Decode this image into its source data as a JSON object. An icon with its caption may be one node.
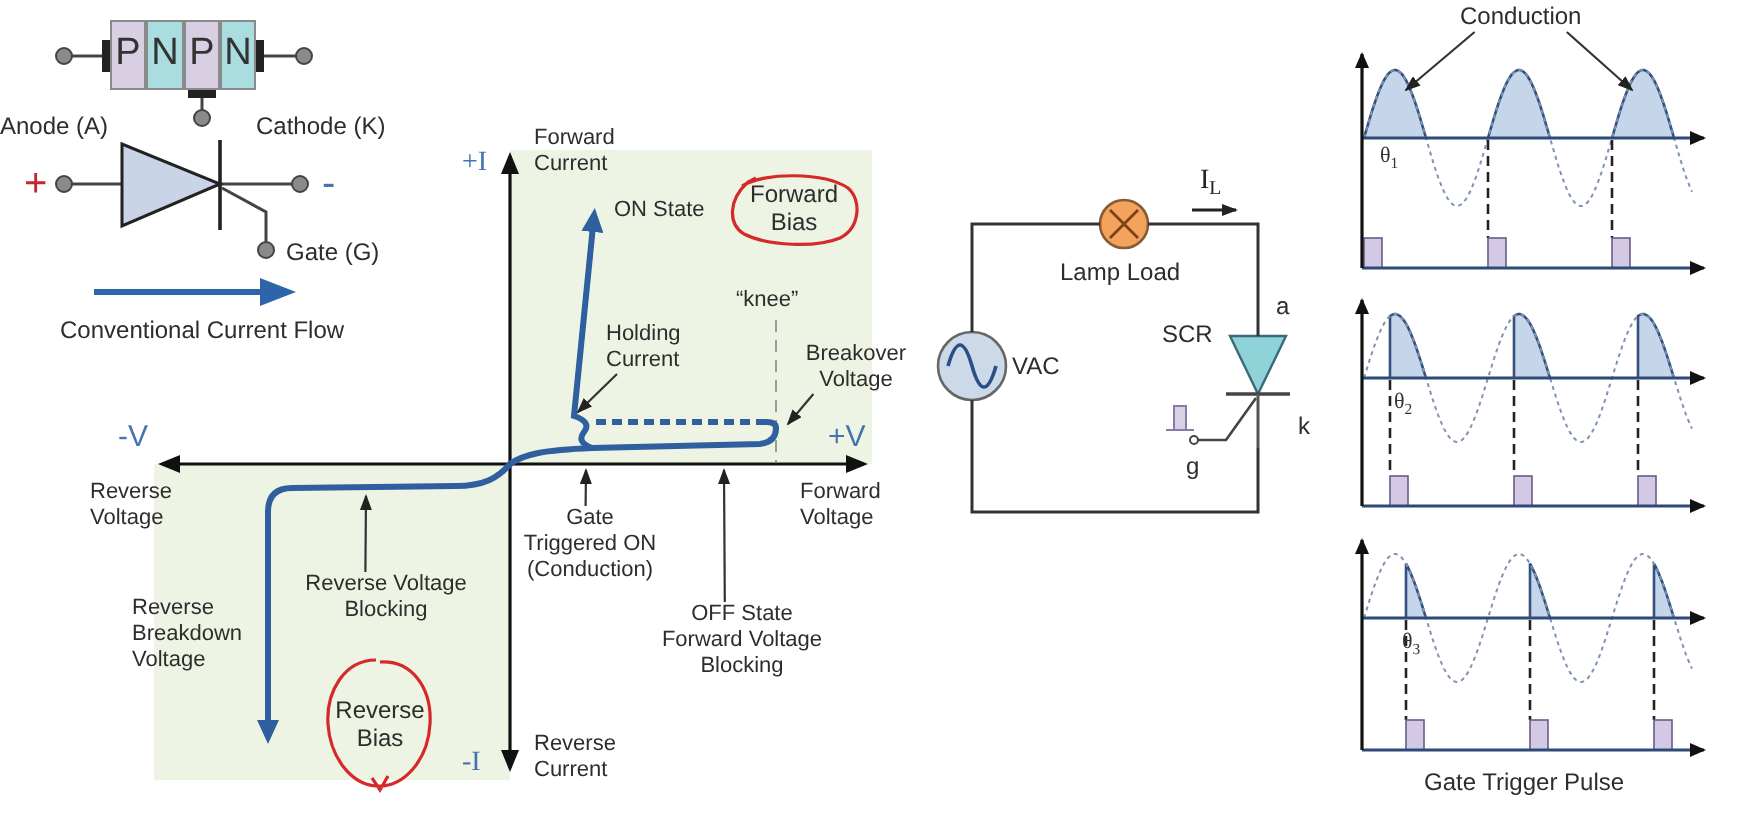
{
  "diagram": {
    "nodes": [
      {
        "text": [
          "P"
        ]
      },
      {
        "text": [
          "N"
        ]
      },
      {
        "text": [
          "P"
        ]
      },
      {
        "text": [
          "N"
        ]
      },
      {
        "text": [
          "Forward Bias"
        ]
      },
      {
        "text": [
          "Holding Current"
        ]
      },
      {
        "text": [
          "Breakover Voltage"
        ]
      },
      {
        "text": [
          "Gate Triggered ON (Conduction)"
        ]
      },
      {
        "text": [
          "Reverse Voltage Blocking"
        ]
      },
      {
        "text": [
          "OFF State Forward Voltage Blocking"
        ]
      },
      {
        "text": [
          "Reverse Bias"
        ]
      },
      {
        "text": [],
        "shape": "circle",
        "beside": [
          "Lamp Load"
        ]
      },
      {
        "text": [],
        "shape": "circle",
        "beside": [
          "VAC"
        ]
      },
      {
        "text": [],
        "shape": "triangle",
        "beside": [
          "SCR",
          "a",
          "k",
          "g"
        ]
      },
      {
        "text": [
          "Conduction"
        ]
      }
    ],
    "edges": [
      {
        "from": 5,
        "to": null,
        "arrow": "to"
      },
      {
        "from": 6,
        "to": null,
        "arrow": "to"
      },
      {
        "from": 7,
        "to": null,
        "arrow": "to"
      },
      {
        "from": 8,
        "to": null,
        "arrow": "to"
      },
      {
        "from": 9,
        "to": null,
        "arrow": "to"
      },
      {
        "from": 11,
        "to": 13,
        "arrow": "none"
      },
      {
        "from": 13,
        "to": 12,
        "arrow": "none"
      },
      {
        "from": 12,
        "to": 11,
        "arrow": "none"
      },
      {
        "from": 14,
        "to": null,
        "arrow": "to"
      },
      {
        "from": 14,
        "to": null,
        "arrow": "to"
      }
    ],
    "labels": [
      "Anode (A)",
      "Cathode (K)",
      "+",
      "-",
      "Gate (G)",
      "Conventional Current Flow",
      "+I",
      "Forward Current",
      "ON State",
      "“knee”",
      "-V",
      "+V",
      "Reverse Voltage",
      "Forward Voltage",
      "Reverse Breakdown Voltage",
      "-I",
      "Reverse Current",
      "I$_{L}$",
      "θ$_{1}$",
      "θ$_{2}$",
      "θ$_{3}$",
      "Gate Trigger Pulse"
    ]
  }
}
